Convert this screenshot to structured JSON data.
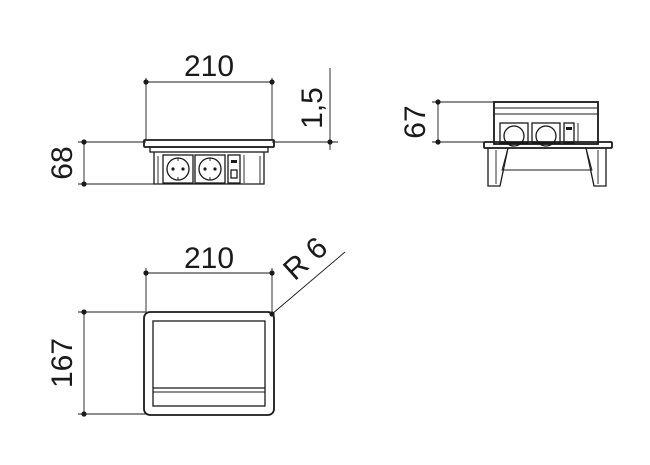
{
  "colors": {
    "ink": "#1a1a1a",
    "socket_shade": "#e6e6e6",
    "background": "#ffffff"
  },
  "front_view": {
    "width_label": "210",
    "height_label": "68",
    "flange_label": "1,5"
  },
  "side_view": {
    "height_label": "67"
  },
  "top_view": {
    "width_label": "210",
    "depth_label": "167",
    "radius_label": "R 6"
  }
}
